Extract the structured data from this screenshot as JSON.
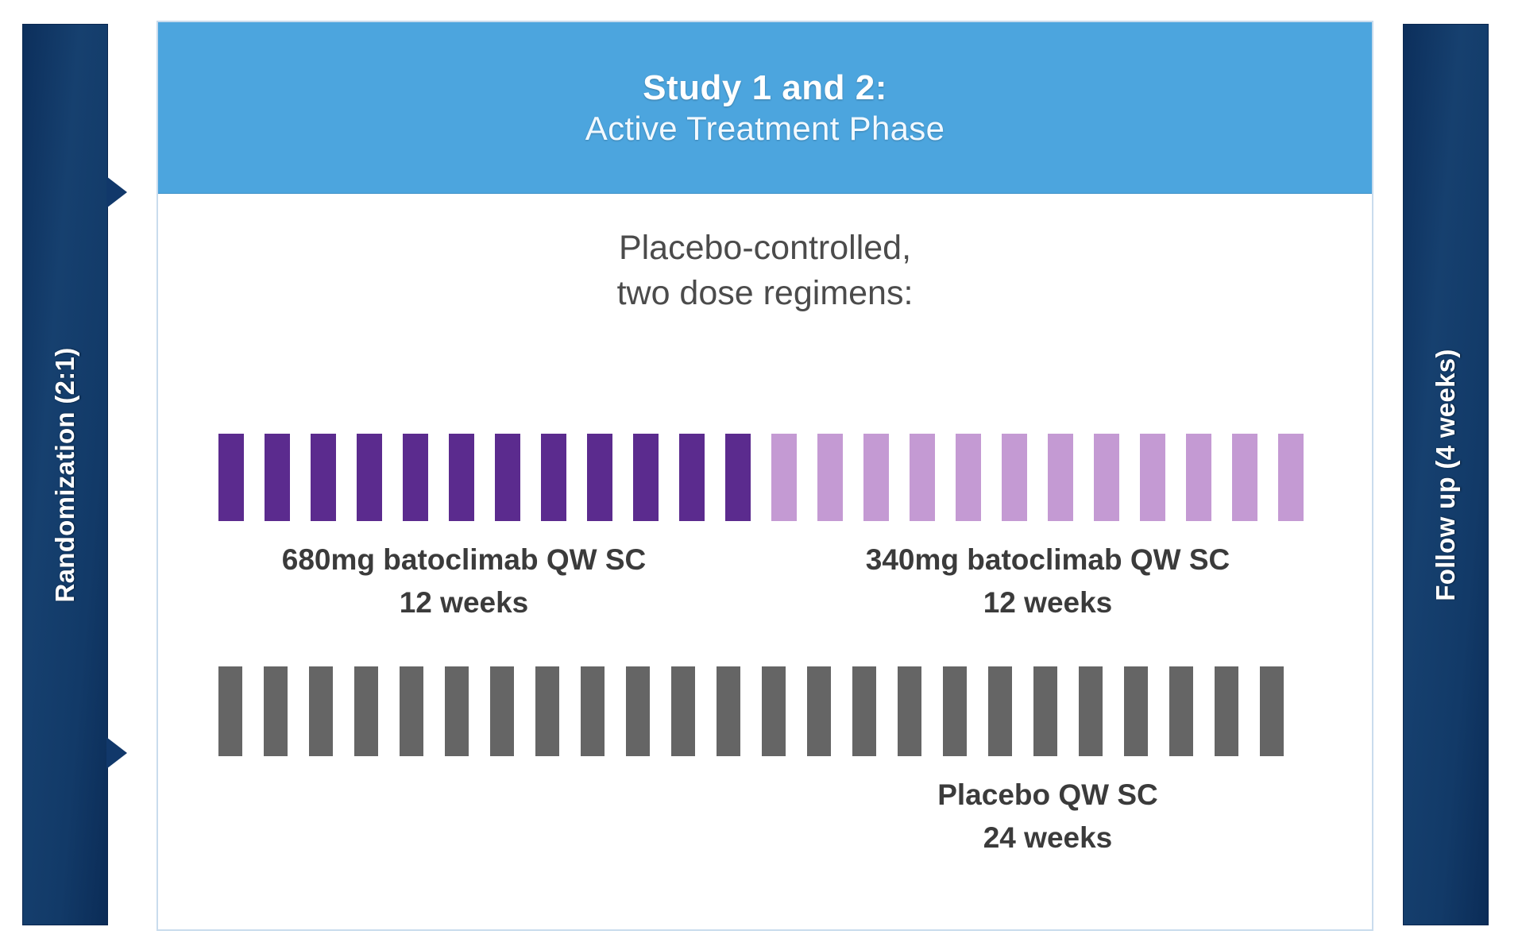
{
  "diagram": {
    "left_phase": {
      "label": "Randomization (2:1)",
      "color": "#123a68"
    },
    "right_phase": {
      "label": "Follow up (4 weeks)",
      "color": "#123a68"
    },
    "header": {
      "line1": "Study 1 and 2:",
      "line2": "Active Treatment Phase",
      "background": "#4ca5de"
    },
    "intro": {
      "line1": "Placebo-controlled,",
      "line2": "two dose regimens:"
    },
    "arms": [
      {
        "id": "high-dose",
        "label": "680mg batoclimab QW SC",
        "duration": "12 weeks",
        "bar_count": 12,
        "color": "#5b2b8e"
      },
      {
        "id": "low-dose",
        "label": "340mg batoclimab QW SC",
        "duration": "12 weeks",
        "bar_count": 12,
        "color": "#c49ad3"
      },
      {
        "id": "placebo",
        "label": "Placebo QW SC",
        "duration": "24 weeks",
        "bar_count": 24,
        "color": "#656565"
      }
    ]
  }
}
